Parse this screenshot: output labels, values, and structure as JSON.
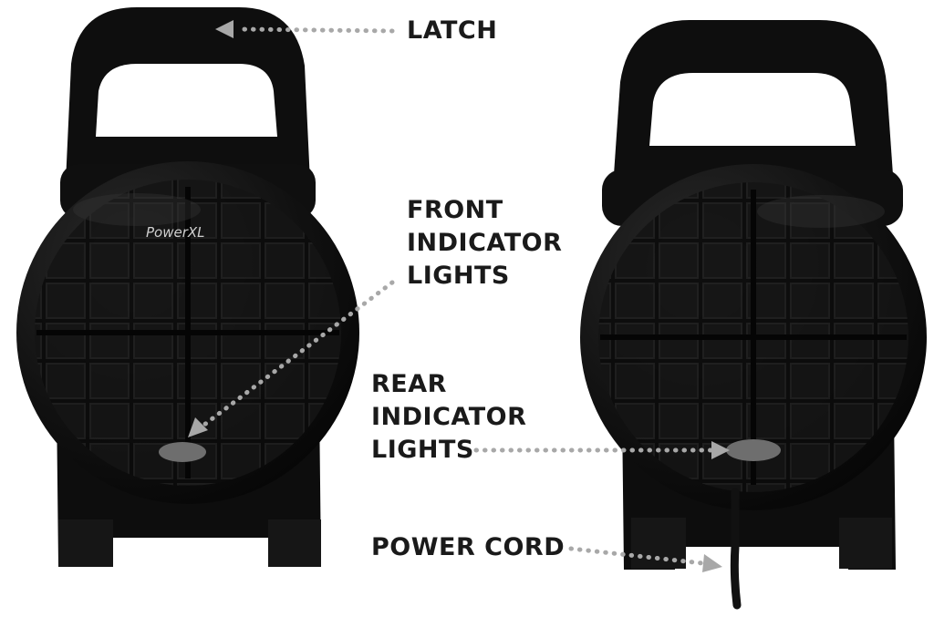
{
  "callouts": [
    {
      "id": "latch",
      "label": "LATCH"
    },
    {
      "id": "front_indicator",
      "label": "FRONT\nINDICATOR\nLIGHTS"
    },
    {
      "id": "rear_indicator",
      "label": "REAR\nINDICATOR\nLIGHTS"
    },
    {
      "id": "power_cord",
      "label": "POWER CORD"
    }
  ],
  "brand": "PowerXL",
  "colors": {
    "body": "#0d0d0d",
    "body_highlight": "#2a2a2a",
    "label": "#1a1a1a",
    "leader_line": "#a8a8a8",
    "indicator": "#6e6e6e"
  },
  "views": [
    "front-view",
    "rear-view"
  ]
}
